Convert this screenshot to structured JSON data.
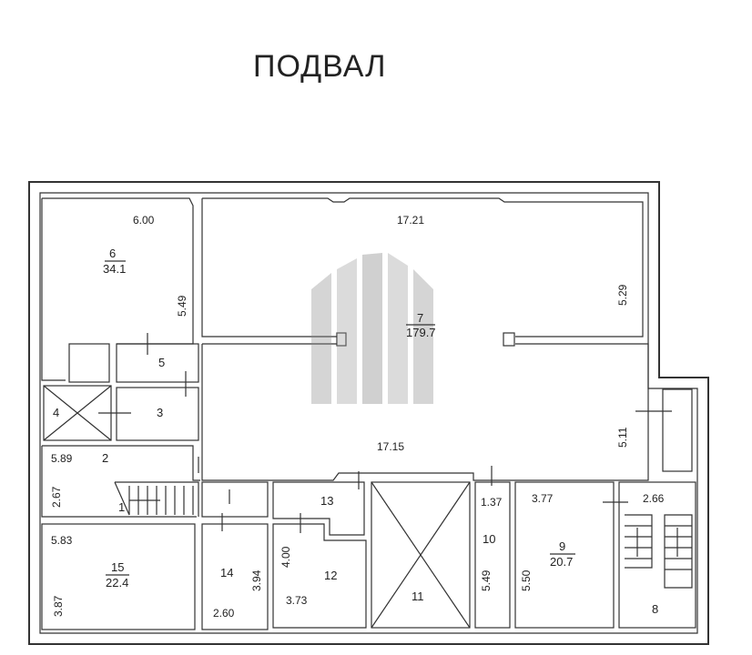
{
  "title": "ПОДВАЛ",
  "rooms": [
    {
      "id": "r6",
      "number": "6",
      "area": "34.1"
    },
    {
      "id": "r7",
      "number": "7",
      "area": "179.7"
    },
    {
      "id": "r5",
      "number": "5"
    },
    {
      "id": "r4",
      "number": "4"
    },
    {
      "id": "r3",
      "number": "3"
    },
    {
      "id": "r2",
      "number": "2"
    },
    {
      "id": "r1",
      "number": "1"
    },
    {
      "id": "r15",
      "number": "15",
      "area": "22.4"
    },
    {
      "id": "r14",
      "number": "14"
    },
    {
      "id": "r13",
      "number": "13"
    },
    {
      "id": "r12",
      "number": "12"
    },
    {
      "id": "r11",
      "number": "11"
    },
    {
      "id": "r10",
      "number": "10"
    },
    {
      "id": "r9",
      "number": "9",
      "area": "20.7"
    },
    {
      "id": "r8",
      "number": "8"
    }
  ],
  "dimensions": [
    "6.00",
    "17.21",
    "5.49",
    "5.29",
    "17.15",
    "5.11",
    "5.89",
    "2.67",
    "5.83",
    "3.87",
    "2.60",
    "3.94",
    "4.00",
    "3.73",
    "1.37",
    "5.49",
    "3.77",
    "5.50",
    "2.66"
  ]
}
